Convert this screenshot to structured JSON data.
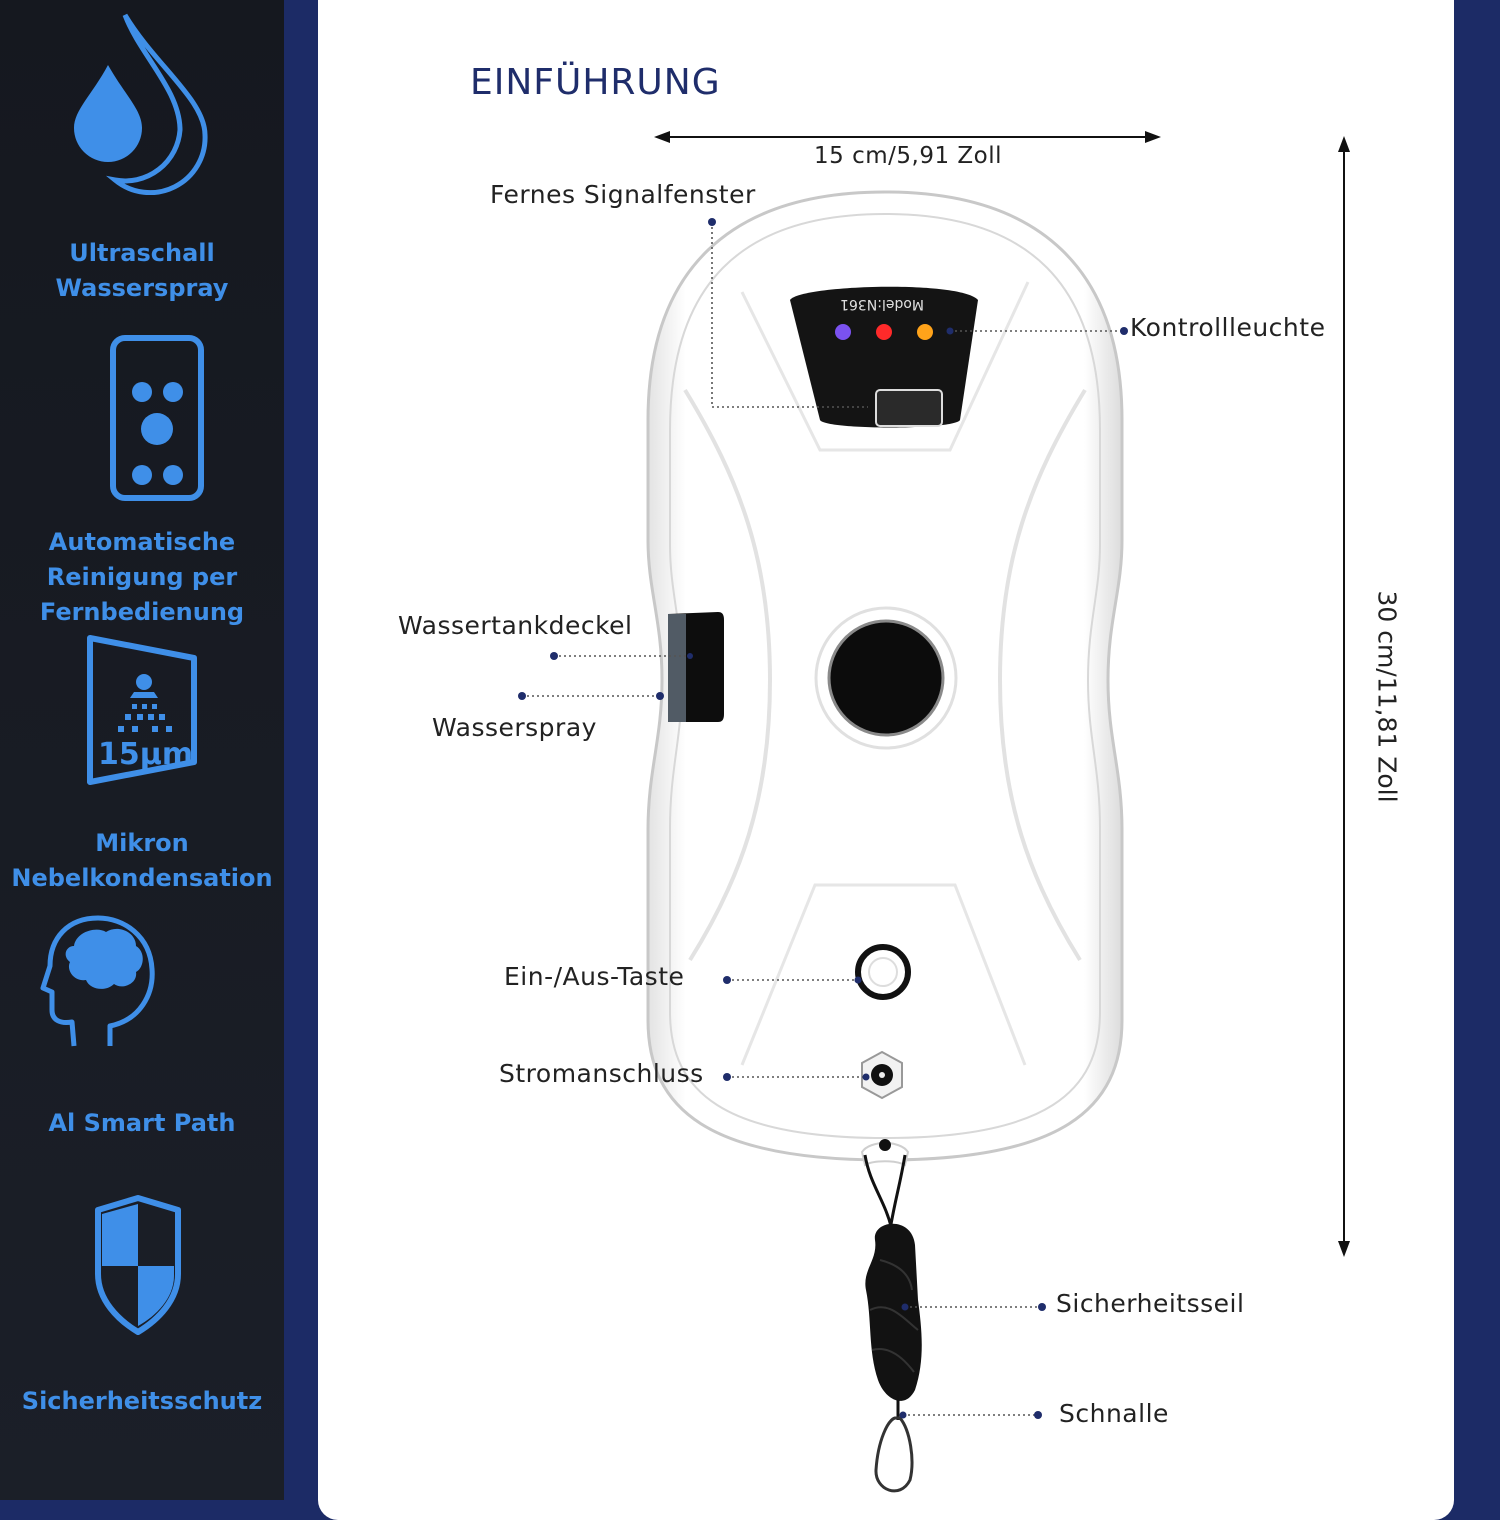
{
  "sidebar": {
    "features": [
      {
        "icon": "water-drop-icon",
        "label_lines": [
          "Ultraschall",
          "Wasserspray"
        ]
      },
      {
        "icon": "remote-control-icon",
        "label_lines": [
          "Automatische",
          "Reinigung per",
          "Fernbedienung"
        ]
      },
      {
        "icon": "mist-nozzle-icon",
        "icon_text": "15μm",
        "label_lines": [
          "Mikron",
          "Nebelkondensation"
        ]
      },
      {
        "icon": "head-brain-icon",
        "label_lines": [
          "Al Smart Path"
        ]
      },
      {
        "icon": "shield-icon",
        "label_lines": [
          "Sicherheitsschutz"
        ]
      }
    ]
  },
  "main": {
    "title": "EINFÜHRUNG",
    "dimensions": {
      "width": "15 cm/5,91 Zoll",
      "height": "30 cm/11,81 Zoll"
    },
    "device": {
      "model": "Model:N361"
    },
    "callouts": {
      "signal_window": "Fernes Signalfenster",
      "indicator": "Kontrollleuchte",
      "tank_lid": "Wassertankdeckel",
      "water_spray": "Wasserspray",
      "power_button": "Ein-/Aus-Taste",
      "power_port": "Stromanschluss",
      "safety_rope": "Sicherheitsseil",
      "buckle": "Schnalle"
    }
  },
  "colors": {
    "sidebar_accent": "#3f8fe8",
    "sidebar_background": "#181c24",
    "frame_background": "#1c2b66",
    "title": "#1f2d6b",
    "led_1": "#7b52f0",
    "led_2": "#ff2a2a",
    "led_3": "#ffa31a"
  }
}
